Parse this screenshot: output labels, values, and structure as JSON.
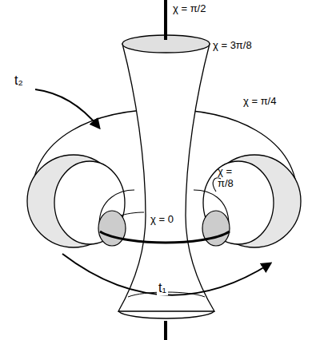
{
  "diagram": {
    "labels": [
      "χ = π/2",
      "χ = 3π/8",
      "χ = π/4",
      "χ = π/8",
      "χ = 0",
      "t₂",
      "t₁"
    ]
  }
}
